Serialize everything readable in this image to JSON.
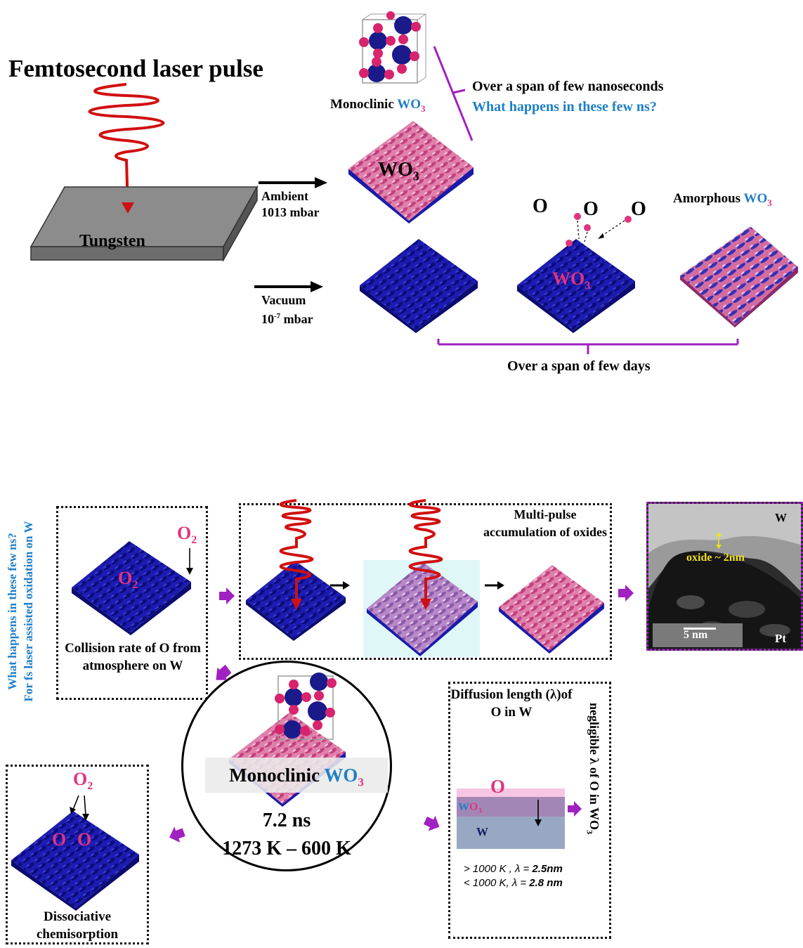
{
  "top": {
    "title": "Femtosecond laser pulse",
    "substrate": "Tungsten",
    "monoclinic_label": "Monoclinic",
    "wo3_w": "W",
    "wo3_o": "O",
    "wo3_sub": "3",
    "ns_line1": "Over a span of few nanoseconds",
    "ns_line2": "What happens in these few ns?",
    "ambient_l1": "Ambient",
    "ambient_l2": "1013 mbar",
    "vacuum_l1": "Vacuum",
    "vacuum_l2_base": "10",
    "vacuum_l2_exp": "-7",
    "vacuum_l2_unit": "mbar",
    "oxygen": "O",
    "amorphous_label": "Amorphous",
    "days_label": "Over a span of few days"
  },
  "bottom": {
    "side_l1": "What happens in these few ns?",
    "side_l2": "For fs laser assisted oxidation on W",
    "o2_o": "O",
    "o2_sub": "2",
    "collision_text": "Collision rate of O from atmosphere on W",
    "multipulse_text": "Multi-pulse accumulation of oxides",
    "tem_w": "W",
    "tem_oxide": "oxide ~ 2nm",
    "tem_scale": "5 nm",
    "tem_pt": "Pt",
    "center_label": "Monoclinic",
    "center_time": "7.2 ns",
    "center_temp": "1273 K – 600 K",
    "diffusion_title": "Diffusion length (λ)of O in W",
    "diff_o": "O",
    "diff_w": "W",
    "negligible_text": "negligible λ of O in WO",
    "negligible_sub": "3",
    "cond1_pre": "> 1000 K , λ = ",
    "cond1_val": "2.5nm",
    "cond2_pre": "< 1000 K, λ = ",
    "cond2_val": "2.8 nm",
    "dissoc_text": "Dissociative chemisorption",
    "o_atom": "O"
  },
  "colors": {
    "pink": "#e0347f",
    "blue_text": "#1e7fc8",
    "surface_blue": "#1a1aa8",
    "surface_pink": "#d9709f",
    "purple": "#a020c0",
    "laser_red": "#d01010"
  }
}
